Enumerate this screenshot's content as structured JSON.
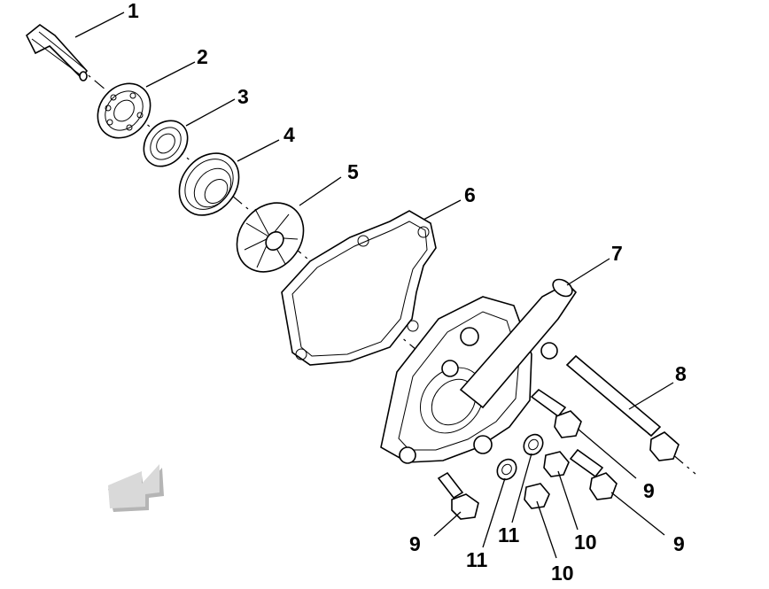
{
  "callouts": [
    {
      "id": "c1",
      "label": "1"
    },
    {
      "id": "c2",
      "label": "2"
    },
    {
      "id": "c3",
      "label": "3"
    },
    {
      "id": "c4",
      "label": "4"
    },
    {
      "id": "c5",
      "label": "5"
    },
    {
      "id": "c6",
      "label": "6"
    },
    {
      "id": "c7",
      "label": "7"
    },
    {
      "id": "c8",
      "label": "8"
    },
    {
      "id": "c9a",
      "label": "9"
    },
    {
      "id": "c9b",
      "label": "9"
    },
    {
      "id": "c9c",
      "label": "9"
    },
    {
      "id": "c10a",
      "label": "10"
    },
    {
      "id": "c10b",
      "label": "10"
    },
    {
      "id": "c11a",
      "label": "11"
    },
    {
      "id": "c11b",
      "label": "11"
    }
  ],
  "colors": {
    "line": "#000000",
    "arrow_face": "#d9d9d9",
    "arrow_shade": "#b5b5b5"
  }
}
